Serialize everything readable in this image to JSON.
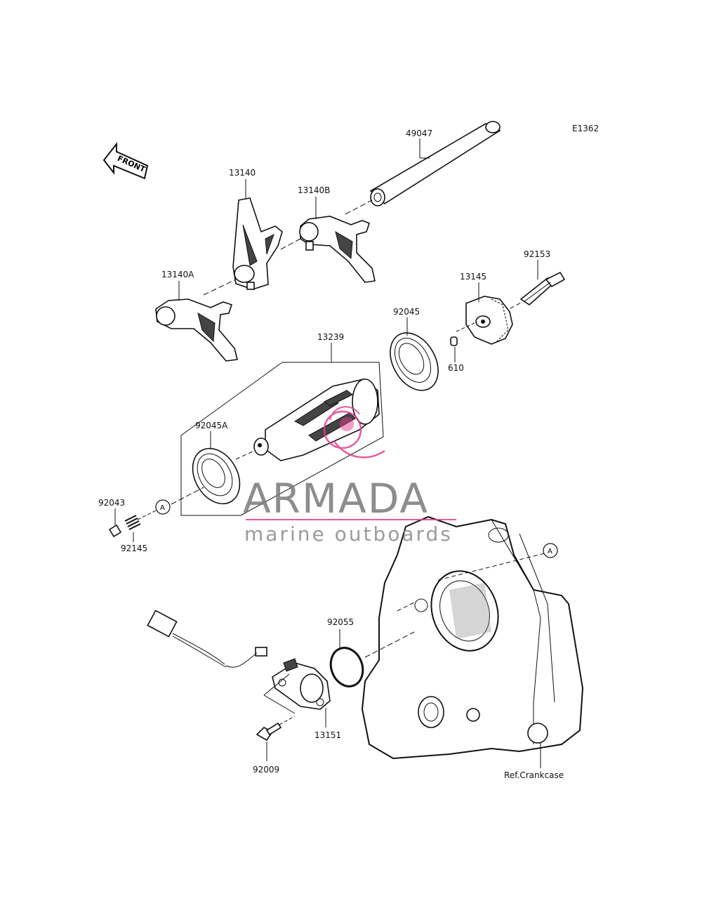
{
  "diagram": {
    "code": "E1362",
    "front_label": "FRONT",
    "ref_label": "Ref.Crankcase",
    "callout_letter": "A",
    "parts": [
      {
        "id": "49047"
      },
      {
        "id": "13140"
      },
      {
        "id": "13140B"
      },
      {
        "id": "13140A"
      },
      {
        "id": "92153"
      },
      {
        "id": "13145"
      },
      {
        "id": "92045"
      },
      {
        "id": "610"
      },
      {
        "id": "13239"
      },
      {
        "id": "92045A"
      },
      {
        "id": "92043"
      },
      {
        "id": "92145"
      },
      {
        "id": "92055"
      },
      {
        "id": "13151"
      },
      {
        "id": "92009"
      }
    ]
  },
  "watermark": {
    "brand": "ARMADA",
    "tagline": "marine outboards",
    "accent_color": "#e23d8c"
  }
}
